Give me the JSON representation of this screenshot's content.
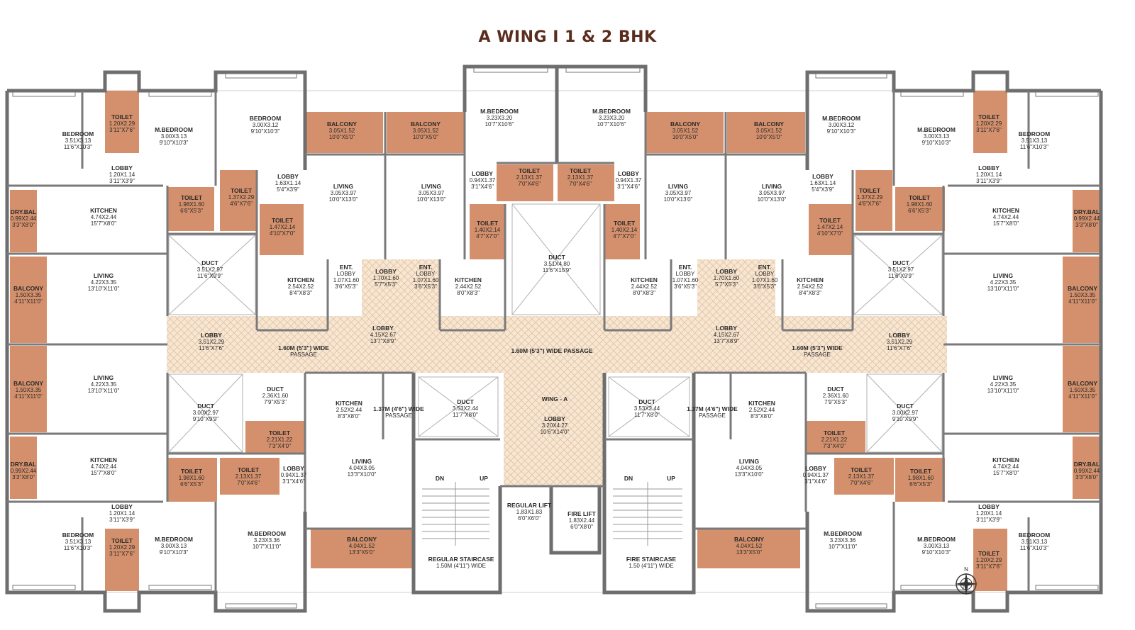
{
  "title": "A WING I 1 & 2 BHK",
  "colors": {
    "wall": "#6e6e6e",
    "wet_area": "#d4906c",
    "lobby_hatch": "#f3ddc4",
    "floor": "#ffffff",
    "fixture": "#8a8a8a"
  },
  "rooms": [
    {
      "id": "ltb-bed",
      "lines": [
        "BEDROOM",
        "3.51X3.13",
        "11'6\"X10'3\""
      ]
    },
    {
      "id": "ltb-mbed",
      "lines": [
        "M.BEDROOM",
        "3.00X3.13",
        "9'10\"X10'3\""
      ]
    },
    {
      "id": "ltb-toilet",
      "lines": [
        "TOILET",
        "1.20X2.29",
        "3'11\"X7'6\""
      ]
    },
    {
      "id": "ltb-lobby",
      "lines": [
        "LOBBY",
        "1.20X1.14",
        "3'11\"X3'9\""
      ]
    },
    {
      "id": "ltb-drybal",
      "lines": [
        "DRY.BAL",
        "0.99X2.44",
        "3'3\"X8'0\""
      ]
    },
    {
      "id": "ltb-kitchen",
      "lines": [
        "KITCHEN",
        "4.74X2.44",
        "15'7\"X8'0\""
      ]
    },
    {
      "id": "ltb-toilet2",
      "lines": [
        "TOILET",
        "1.98X1.60",
        "6'6\"X5'3\""
      ]
    },
    {
      "id": "ltb-balcony",
      "lines": [
        "BALCONY",
        "1.50X3.35",
        "4'11\"X11'0\""
      ]
    },
    {
      "id": "ltb-living",
      "lines": [
        "LIVING",
        "4.22X3.35",
        "13'10\"X11'0\""
      ]
    },
    {
      "id": "ltb-duct",
      "lines": [
        "DUCT",
        "3.51X2.97",
        "11'6\"X9'9\""
      ]
    },
    {
      "id": "ltb-lobby-main",
      "lines": [
        "LOBBY",
        "3.51X2.29",
        "11'6\"X7'6\""
      ]
    },
    {
      "id": "ltb-bedroom2",
      "lines": [
        "BEDROOM",
        "3.00X3.12",
        "9'10\"X10'3\""
      ]
    },
    {
      "id": "ltb-toilet3",
      "lines": [
        "TOILET",
        "1.37X2.29",
        "4'6\"X7'6\""
      ]
    },
    {
      "id": "ltb-lobby2",
      "lines": [
        "LOBBY",
        "1.63X1.14",
        "5'4\"X3'9\""
      ]
    },
    {
      "id": "ltb-toilet4",
      "lines": [
        "TOILET",
        "1.47X2.14",
        "4'10\"X7'0\""
      ]
    },
    {
      "id": "ltb-kitchen2",
      "lines": [
        "KITCHEN",
        "2.54X2.52",
        "8'4\"X8'3\""
      ]
    },
    {
      "id": "ltb-balcony2",
      "lines": [
        "BALCONY",
        "3.05X1.52",
        "10'0\"X5'0\""
      ]
    },
    {
      "id": "ltb-living2",
      "lines": [
        "LIVING",
        "3.05X3.97",
        "10'0\"X13'0\""
      ]
    },
    {
      "id": "ltb-entlobby",
      "lines": [
        "ENT.",
        "LOBBY",
        "1.07X1.60",
        "3'6\"X5'3\""
      ]
    },
    {
      "id": "ltb-lobby3",
      "lines": [
        "LOBBY",
        "1.70X1.60",
        "5'7\"X5'3\""
      ]
    },
    {
      "id": "ltb-balcony3",
      "lines": [
        "BALCONY",
        "3.05X1.52",
        "10'0\"X5'0\""
      ]
    },
    {
      "id": "ltb-living3",
      "lines": [
        "LIVING",
        "3.05X3.97",
        "10'0\"X13'0\""
      ]
    },
    {
      "id": "ltb-entlobby2",
      "lines": [
        "ENT.",
        "LOBBY",
        "1.07X1.60",
        "3'6\"X5'3\""
      ]
    },
    {
      "id": "ltb-kitchen3",
      "lines": [
        "KITCHEN",
        "2.44X2.52",
        "8'0\"X8'3\""
      ]
    },
    {
      "id": "ltb-lobby4",
      "lines": [
        "LOBBY",
        "4.15X2.67",
        "13'7\"X8'9\""
      ]
    },
    {
      "id": "ltb-passage",
      "lines": [
        "1.60M (5'3\") WIDE",
        "PASSAGE"
      ]
    },
    {
      "id": "ltb-mbed2",
      "lines": [
        "M.BEDROOM",
        "3.23X3.20",
        "10'7\"X10'6\""
      ]
    },
    {
      "id": "ltb-lobby5",
      "lines": [
        "LOBBY",
        "0.94X1.37",
        "3'1\"X4'6\""
      ]
    },
    {
      "id": "ltb-toilet5",
      "lines": [
        "TOILET",
        "2.13X1.37",
        "7'0\"X4'6\""
      ]
    },
    {
      "id": "ltb-toilet6",
      "lines": [
        "TOILET",
        "1.40X2.14",
        "4'7\"X7'0\""
      ]
    },
    {
      "id": "c-duct",
      "lines": [
        "DUCT",
        "3.51X4.80",
        "11'6\"X15'9\""
      ]
    },
    {
      "id": "c-passage",
      "lines": [
        "1.60M (5'3\") WIDE PASSAGE"
      ]
    },
    {
      "id": "c-mbed",
      "lines": [
        "M.BEDROOM",
        "3.23X3.20",
        "10'7\"X10'6\""
      ]
    },
    {
      "id": "c-toilet",
      "lines": [
        "TOILET",
        "2.13X1.37",
        "7'0\"X4'6\""
      ]
    },
    {
      "id": "c-lobby",
      "lines": [
        "LOBBY",
        "0.94X1.37",
        "3'1\"X4'6\""
      ]
    },
    {
      "id": "c-toilet2",
      "lines": [
        "TOILET",
        "1.40X2.14",
        "4'7\"X7'0\""
      ]
    },
    {
      "id": "c-kitchen",
      "lines": [
        "KITCHEN",
        "2.44X2.52",
        "8'0\"X8'3\""
      ]
    },
    {
      "id": "c-balcony",
      "lines": [
        "BALCONY",
        "3.05X1.52",
        "10'0\"X5'0\""
      ]
    },
    {
      "id": "c-living",
      "lines": [
        "LIVING",
        "3.05X3.97",
        "10'0\"X13'0\""
      ]
    },
    {
      "id": "c-entlobby",
      "lines": [
        "ENT.",
        "LOBBY",
        "1.07X1.60",
        "3'6\"X5'3\""
      ]
    },
    {
      "id": "c-lobby2",
      "lines": [
        "LOBBY",
        "1.70X1.60",
        "5'7\"X5'3\""
      ]
    },
    {
      "id": "c-balcony2",
      "lines": [
        "BALCONY",
        "3.05X1.52",
        "10'0\"X5'0\""
      ]
    },
    {
      "id": "c-living2",
      "lines": [
        "LIVING",
        "3.05X3.97",
        "10'0\"X13'0\""
      ]
    },
    {
      "id": "c-entlobby2",
      "lines": [
        "ENT.",
        "LOBBY",
        "1.07X1.60",
        "3'6\"X5'3\""
      ]
    },
    {
      "id": "c-lobby3",
      "lines": [
        "LOBBY",
        "4.15X2.67",
        "13'7\"X8'9\""
      ]
    },
    {
      "id": "c-duct2",
      "lines": [
        "DUCT",
        "3.53X2.44",
        "11'7\"X8'0\""
      ]
    },
    {
      "id": "c-wing",
      "lines": [
        "WING - A"
      ]
    },
    {
      "id": "c-lobby-main",
      "lines": [
        "LOBBY",
        "3.20X4.27",
        "10'6\"X14'0\""
      ]
    },
    {
      "id": "c-duct3",
      "lines": [
        "DUCT",
        "3.53X2.44",
        "11'7\"X8'0\""
      ]
    },
    {
      "id": "c-regularlift",
      "lines": [
        "REGULAR LIFT",
        "1.83X1.83",
        "6'0\"X6'0\""
      ]
    },
    {
      "id": "c-firelift",
      "lines": [
        "FIRE LIFT",
        "1.83X2.44",
        "6'0\"X8'0\""
      ]
    },
    {
      "id": "c-regstair",
      "lines": [
        "REGULAR STAIRCASE",
        "1.50M (4'11\") WIDE"
      ]
    },
    {
      "id": "c-firestair",
      "lines": [
        "FIRE STAIRCASE",
        "1.50 (4'11\") WIDE"
      ]
    },
    {
      "id": "c-passage2",
      "lines": [
        "1.37M (4'6\") WIDE",
        "PASSAGE"
      ]
    },
    {
      "id": "c-passage3",
      "lines": [
        "1.37M (4'6\") WIDE",
        "PASSAGE"
      ]
    },
    {
      "id": "c-dn",
      "lines": [
        "DN"
      ]
    },
    {
      "id": "c-up",
      "lines": [
        "UP"
      ]
    },
    {
      "id": "c-dn2",
      "lines": [
        "DN"
      ]
    },
    {
      "id": "c-up2",
      "lines": [
        "UP"
      ]
    },
    {
      "id": "rtb-mbed",
      "lines": [
        "M.BEDROOM",
        "3.00X3.12",
        "9'10\"X10'3\""
      ]
    },
    {
      "id": "rtb-mbed2",
      "lines": [
        "M.BEDROOM",
        "3.00X3.13",
        "9'10\"X10'3\""
      ]
    },
    {
      "id": "rtb-bed",
      "lines": [
        "BEDROOM",
        "3.51X3.13",
        "11'6\"X10'3\""
      ]
    },
    {
      "id": "rtb-toilet",
      "lines": [
        "TOILET",
        "1.20X2.29",
        "3'11\"X7'6\""
      ]
    },
    {
      "id": "rtb-lobby",
      "lines": [
        "LOBBY",
        "1.20X1.14",
        "3'11\"X3'9\""
      ]
    },
    {
      "id": "rtb-kitchen",
      "lines": [
        "KITCHEN",
        "4.74X2.44",
        "15'7\"X8'0\""
      ]
    },
    {
      "id": "rtb-drybal",
      "lines": [
        "DRY.BAL",
        "0.99X2.44",
        "3'3\"X8'0\""
      ]
    },
    {
      "id": "rtb-living",
      "lines": [
        "LIVING",
        "4.22X3.35",
        "13'10\"X11'0\""
      ]
    },
    {
      "id": "rtb-balcony",
      "lines": [
        "BALCONY",
        "1.50X3.35",
        "4'11\"X11'0\""
      ]
    },
    {
      "id": "rtb-duct",
      "lines": [
        "DUCT",
        "3.51X2.97",
        "11'6\"X9'9\""
      ]
    },
    {
      "id": "rtb-lobby-main",
      "lines": [
        "LOBBY",
        "3.51X2.29",
        "11'6\"X7'6\""
      ]
    },
    {
      "id": "rtb-passage",
      "lines": [
        "1.60M (5'3\") WIDE",
        "PASSAGE"
      ]
    },
    {
      "id": "rtb-toilet2",
      "lines": [
        "TOILET",
        "1.98X1.60",
        "6'6\"X5'3\""
      ]
    },
    {
      "id": "rtb-toilet3",
      "lines": [
        "TOILET",
        "1.37X2.29",
        "4'6\"X7'6\""
      ]
    },
    {
      "id": "rtb-lobby2",
      "lines": [
        "LOBBY",
        "1.63X1.14",
        "5'4\"X3'9\""
      ]
    },
    {
      "id": "rtb-toilet4",
      "lines": [
        "TOILET",
        "1.47X2.14",
        "4'10\"X7'0\""
      ]
    },
    {
      "id": "rtb-kitchen2",
      "lines": [
        "KITCHEN",
        "2.54X2.52",
        "8'4\"X8'3\""
      ]
    },
    {
      "id": "lbb-balcony",
      "lines": [
        "BALCONY",
        "1.50X3.35",
        "4'11\"X11'0\""
      ]
    },
    {
      "id": "lbb-living",
      "lines": [
        "LIVING",
        "4.22X3.35",
        "13'10\"X11'0\""
      ]
    },
    {
      "id": "lbb-drybal",
      "lines": [
        "DRY.BAL",
        "0.99X2.44",
        "3'3\"X8'0\""
      ]
    },
    {
      "id": "lbb-kitchen",
      "lines": [
        "KITCHEN",
        "4.74X2.44",
        "15'7\"X8'0\""
      ]
    },
    {
      "id": "lbb-duct",
      "lines": [
        "DUCT",
        "3.00X2.97",
        "9'10\"X9'9\""
      ]
    },
    {
      "id": "lbb-duct2",
      "lines": [
        "DUCT",
        "2.36X1.60",
        "7'9\"X5'3\""
      ]
    },
    {
      "id": "lbb-toilet",
      "lines": [
        "TOILET",
        "1.98X1.60",
        "6'6\"X5'3\""
      ]
    },
    {
      "id": "lbb-toilet2",
      "lines": [
        "TOILET",
        "2.13X1.37",
        "7'0\"X4'6\""
      ]
    },
    {
      "id": "lbb-toilet3",
      "lines": [
        "TOILET",
        "2.21X1.22",
        "7'3\"X4'0\""
      ]
    },
    {
      "id": "lbb-lobby",
      "lines": [
        "LOBBY",
        "0.94X1.37",
        "3'1\"X4'6\""
      ]
    },
    {
      "id": "lbb-lobby2",
      "lines": [
        "LOBBY",
        "1.20X1.14",
        "3'11\"X3'9\""
      ]
    },
    {
      "id": "lbb-bed",
      "lines": [
        "BEDROOM",
        "3.51X3.13",
        "11'6\"X10'3\""
      ]
    },
    {
      "id": "lbb-mbed",
      "lines": [
        "M.BEDROOM",
        "3.00X3.13",
        "9'10\"X10'3\""
      ]
    },
    {
      "id": "lbb-mbed2",
      "lines": [
        "M.BEDROOM",
        "3.23X3.36",
        "10'7\"X11'0\""
      ]
    },
    {
      "id": "lbb-toilet4",
      "lines": [
        "TOILET",
        "1.20X2.29",
        "3'11\"X7'6\""
      ]
    },
    {
      "id": "lbb-kitchen2",
      "lines": [
        "KITCHEN",
        "2.52X2.44",
        "8'3\"X8'0\""
      ]
    },
    {
      "id": "lbb-living2",
      "lines": [
        "LIVING",
        "4.04X3.05",
        "13'3\"X10'0\""
      ]
    },
    {
      "id": "lbb-balcony2",
      "lines": [
        "BALCONY",
        "4.04X1.52",
        "13'3\"X5'0\""
      ]
    },
    {
      "id": "rbb-kitchen",
      "lines": [
        "KITCHEN",
        "2.52X2.44",
        "8'3\"X8'0\""
      ]
    },
    {
      "id": "rbb-living",
      "lines": [
        "LIVING",
        "4.04X3.05",
        "13'3\"X10'0\""
      ]
    },
    {
      "id": "rbb-balcony",
      "lines": [
        "BALCONY",
        "4.04X1.52",
        "13'3\"X5'0\""
      ]
    },
    {
      "id": "rbb-duct",
      "lines": [
        "DUCT",
        "2.36X1.60",
        "7'9\"X5'3\""
      ]
    },
    {
      "id": "rbb-duct2",
      "lines": [
        "DUCT",
        "3.00X2.97",
        "9'10\"X9'9\""
      ]
    },
    {
      "id": "rbb-toilet",
      "lines": [
        "TOILET",
        "2.21X1.22",
        "7'3\"X4'0\""
      ]
    },
    {
      "id": "rbb-lobby",
      "lines": [
        "LOBBY",
        "0.94X1.37",
        "3'1\"X4'6\""
      ]
    },
    {
      "id": "rbb-toilet2",
      "lines": [
        "TOILET",
        "2.13X1.37",
        "7'0\"X4'6\""
      ]
    },
    {
      "id": "rbb-toilet3",
      "lines": [
        "TOILET",
        "1.98X1.60",
        "6'6\"X5'3\""
      ]
    },
    {
      "id": "rbb-living2",
      "lines": [
        "LIVING",
        "4.22X3.35",
        "13'10\"X11'0\""
      ]
    },
    {
      "id": "rbb-balcony2",
      "lines": [
        "BALCONY",
        "1.50X3.35",
        "4'11\"X11'0\""
      ]
    },
    {
      "id": "rbb-kitchen2",
      "lines": [
        "KITCHEN",
        "4.74X2.44",
        "15'7\"X8'0\""
      ]
    },
    {
      "id": "rbb-drybal",
      "lines": [
        "DRY.BAL",
        "0.99X2.44",
        "3'3\"X8'0\""
      ]
    },
    {
      "id": "rbb-mbed",
      "lines": [
        "M.BEDROOM",
        "3.23X3.36",
        "10'7\"X11'0\""
      ]
    },
    {
      "id": "rbb-mbed2",
      "lines": [
        "M.BEDROOM",
        "3.00X3.13",
        "9'10\"X10'3\""
      ]
    },
    {
      "id": "rbb-lobby2",
      "lines": [
        "LOBBY",
        "1.20X1.14",
        "3'11\"X3'9\""
      ]
    },
    {
      "id": "rbb-bed",
      "lines": [
        "BEDROOM",
        "3.51X3.13",
        "11'6\"X10'3\""
      ]
    },
    {
      "id": "rbb-toilet4",
      "lines": [
        "TOILET",
        "1.20X2.29",
        "3'11\"X7'6\""
      ]
    }
  ],
  "compass": {
    "label": "N",
    "icon": "compass-rose-icon"
  }
}
